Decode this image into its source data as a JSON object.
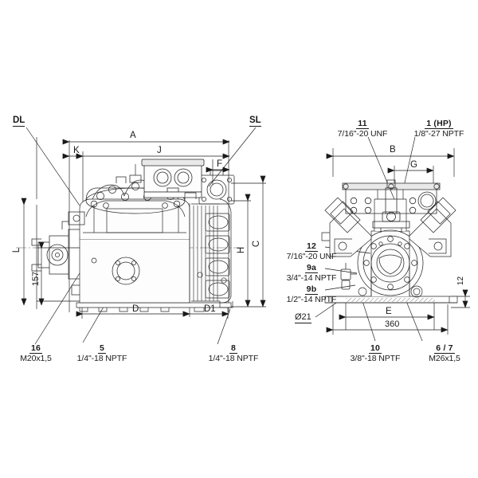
{
  "drawing": {
    "title": "Semi-hermetic compressor dimensional drawing",
    "views": [
      {
        "name": "side-view",
        "description": "Compressor side elevation, left"
      },
      {
        "name": "front-view",
        "description": "Compressor front V-block elevation, right"
      }
    ],
    "line_color": "#1a1a1a",
    "background": "#ffffff"
  },
  "port_tags": {
    "discharge_line": "DL",
    "suction_line": "SL"
  },
  "connections": [
    {
      "id": "pos-11",
      "number": "11",
      "thread": "7/16\"-20 UNF"
    },
    {
      "id": "pos-1",
      "number": "1 (HP)",
      "thread": "1/8\"-27 NPTF"
    },
    {
      "id": "pos-12",
      "number": "12",
      "thread": "7/16\"-20 UNF"
    },
    {
      "id": "pos-9a",
      "number": "9a",
      "thread": "3/4\"-14 NPTF"
    },
    {
      "id": "pos-9b",
      "number": "9b",
      "thread": "1/2\"-14 NPTF"
    },
    {
      "id": "pos-16",
      "number": "16",
      "thread": "M20x1,5"
    },
    {
      "id": "pos-5",
      "number": "5",
      "thread": "1/4\"-18 NPTF"
    },
    {
      "id": "pos-8",
      "number": "8",
      "thread": "1/4\"-18 NPTF"
    },
    {
      "id": "pos-10",
      "number": "10",
      "thread": "3/8\"-18 NPTF"
    },
    {
      "id": "pos-67",
      "number": "6 / 7",
      "thread": "M26x1,5"
    }
  ],
  "dimensions": {
    "letters": [
      "A",
      "K",
      "J",
      "F",
      "C",
      "H",
      "D",
      "D1",
      "L",
      "B",
      "G",
      "E"
    ],
    "values": [
      {
        "id": "height-157",
        "label": "157",
        "unit": "mm"
      },
      {
        "id": "base-360",
        "label": "360",
        "unit": "mm"
      },
      {
        "id": "plate-12",
        "label": "12",
        "unit": "mm"
      },
      {
        "id": "bore-21",
        "label": "Ø21",
        "unit": "mm"
      }
    ]
  }
}
